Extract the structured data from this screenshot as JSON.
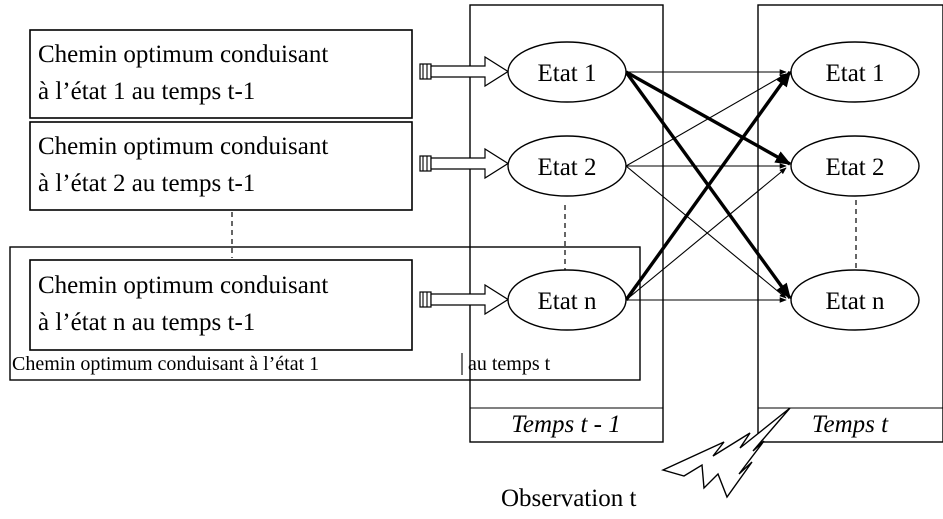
{
  "boxes": [
    {
      "line1": "Chemin optimum conduisant",
      "line2": "à l’état 1 au temps t-1"
    },
    {
      "line1": "Chemin optimum conduisant",
      "line2": "à l’état 2 au temps t-1"
    },
    {
      "line1": "Chemin optimum conduisant",
      "line2": "à l’état n au temps t-1"
    }
  ],
  "outer_caption": {
    "part1": "Chemin optimum conduisant à l’état 1",
    "part2": "au temps t"
  },
  "columns": {
    "prev": {
      "label": "Temps  t - 1",
      "states": [
        "Etat 1",
        "Etat 2",
        "Etat n"
      ]
    },
    "curr": {
      "label": "Temps  t",
      "states": [
        "Etat 1",
        "Etat 2",
        "Etat n"
      ]
    }
  },
  "observation_label": "Observation t"
}
